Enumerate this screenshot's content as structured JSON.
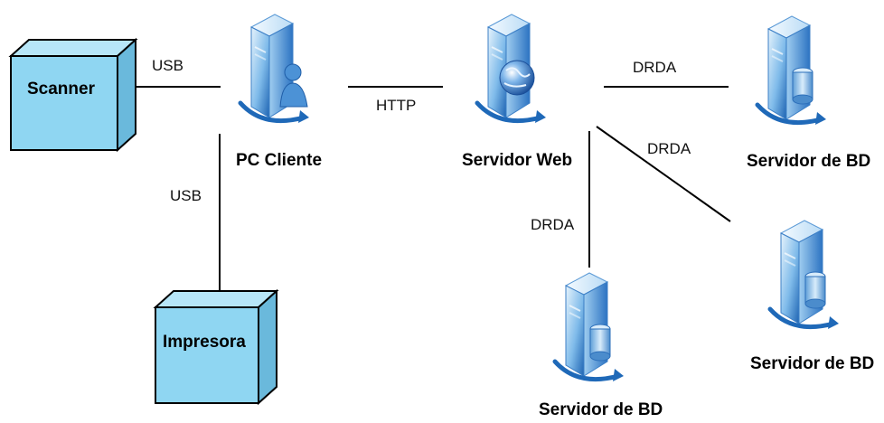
{
  "devices": {
    "scanner": {
      "label": "Scanner"
    },
    "impresora": {
      "label": "Impresora"
    }
  },
  "nodes": {
    "pc_cliente": {
      "label": "PC Cliente",
      "icon": "client-computer-icon"
    },
    "servidor_web": {
      "label": "Servidor Web",
      "icon": "web-server-icon"
    },
    "servidor_bd_1": {
      "label": "Servidor de BD",
      "icon": "database-server-icon"
    },
    "servidor_bd_2": {
      "label": "Servidor de  BD",
      "icon": "database-server-icon"
    },
    "servidor_bd_3": {
      "label": "Servidor de BD",
      "icon": "database-server-icon"
    }
  },
  "connections": {
    "scanner_pc": "USB",
    "pc_impresora": "USB",
    "pc_web": "HTTP",
    "web_bd1": "DRDA",
    "web_bd2": "DRDA",
    "web_bd3": "DRDA"
  },
  "colors": {
    "box_fill": "#8fd6f2",
    "box_side": "#6ab9dc",
    "server_light": "#cfe7f8",
    "server_mid": "#6aaee6",
    "server_dark": "#1f69b8",
    "globe": "#2b6fbf"
  }
}
